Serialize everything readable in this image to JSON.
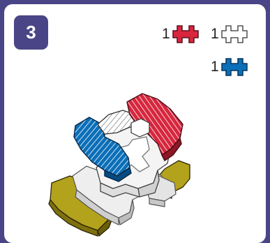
{
  "step": {
    "number": "3"
  },
  "parts": [
    {
      "count": "1",
      "color": "#d7263d",
      "icon": "red-cross-brick-icon"
    },
    {
      "count": "1",
      "color": "#ffffff",
      "icon": "white-cross-brick-icon"
    },
    {
      "count": "1",
      "color": "#0b6fb8",
      "icon": "blue-cross-brick-icon"
    }
  ],
  "colors": {
    "frame": "#4a4586",
    "card": "#ffffff",
    "red": "#d7263d",
    "white": "#ffffff",
    "blue": "#0b6fb8",
    "olive": "#a39216",
    "gray": "#e6e6e6"
  }
}
